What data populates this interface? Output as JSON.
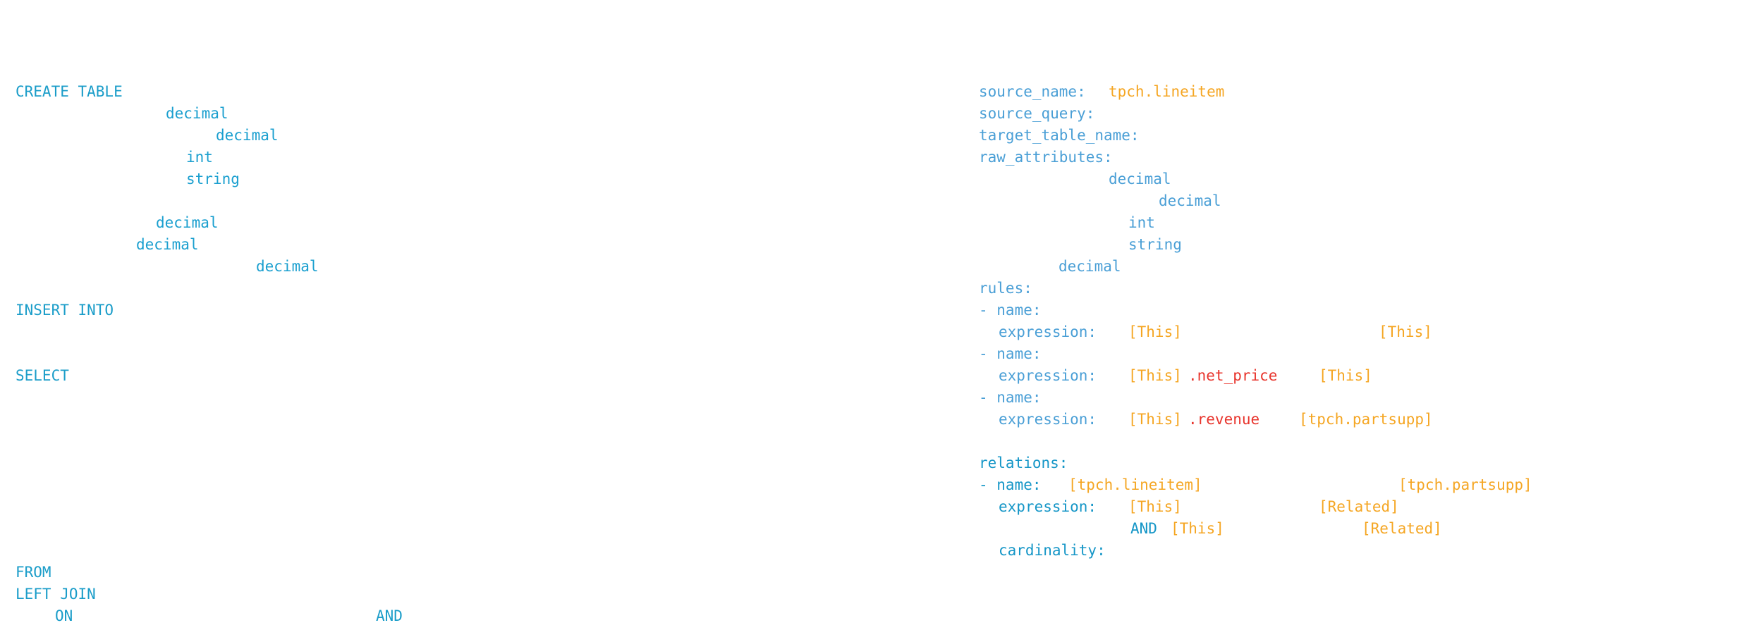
{
  "colors": {
    "sql_keyword": "#1b9dc9",
    "yaml_key": "#4a9fd6",
    "yaml_value": "#f5a623",
    "yaml_property": "#e8352d",
    "background": "#ffffff"
  },
  "sql": {
    "create_table": "CREATE TABLE",
    "type_decimal_1": "decimal",
    "type_decimal_2": "decimal",
    "type_int": "int",
    "type_string": "string",
    "type_decimal_3": "decimal",
    "type_decimal_4": "decimal",
    "type_decimal_5": "decimal",
    "insert_into": "INSERT INTO",
    "select": "SELECT",
    "from": "FROM",
    "left_join": "LEFT JOIN",
    "on": "ON",
    "and": "AND"
  },
  "yaml": {
    "source_name_key": "source_name:",
    "source_name_value": "tpch.lineitem",
    "source_query_key": "source_query:",
    "target_table_name_key": "target_table_name:",
    "raw_attributes_key": "raw_attributes:",
    "attr_type_1": "decimal",
    "attr_type_2": "decimal",
    "attr_type_3": "int",
    "attr_type_4": "string",
    "attr_type_5": "decimal",
    "rules_key": "rules:",
    "rule_1_name": "- name:",
    "rule_1_expr_key": "expression:",
    "rule_1_ref_a": "[This]",
    "rule_1_ref_b": "[This]",
    "rule_2_name": "- name:",
    "rule_2_expr_key": "expression:",
    "rule_2_ref_a": "[This]",
    "rule_2_prop": ".net_price",
    "rule_2_ref_b": "[This]",
    "rule_3_name": "- name:",
    "rule_3_expr_key": "expression:",
    "rule_3_ref_a": "[This]",
    "rule_3_prop": ".revenue",
    "rule_3_ref_b": "[tpch.partsupp]",
    "relations_key": "relations:",
    "rel_name_key": "- name:",
    "rel_name_a": "[tpch.lineitem]",
    "rel_name_b": "[tpch.partsupp]",
    "rel_expr_key": "expression:",
    "rel_expr_a": "[This]",
    "rel_expr_b": "[Related]",
    "rel_and": "AND",
    "rel_expr_c": "[This]",
    "rel_expr_d": "[Related]",
    "cardinality_key": "cardinality:"
  }
}
